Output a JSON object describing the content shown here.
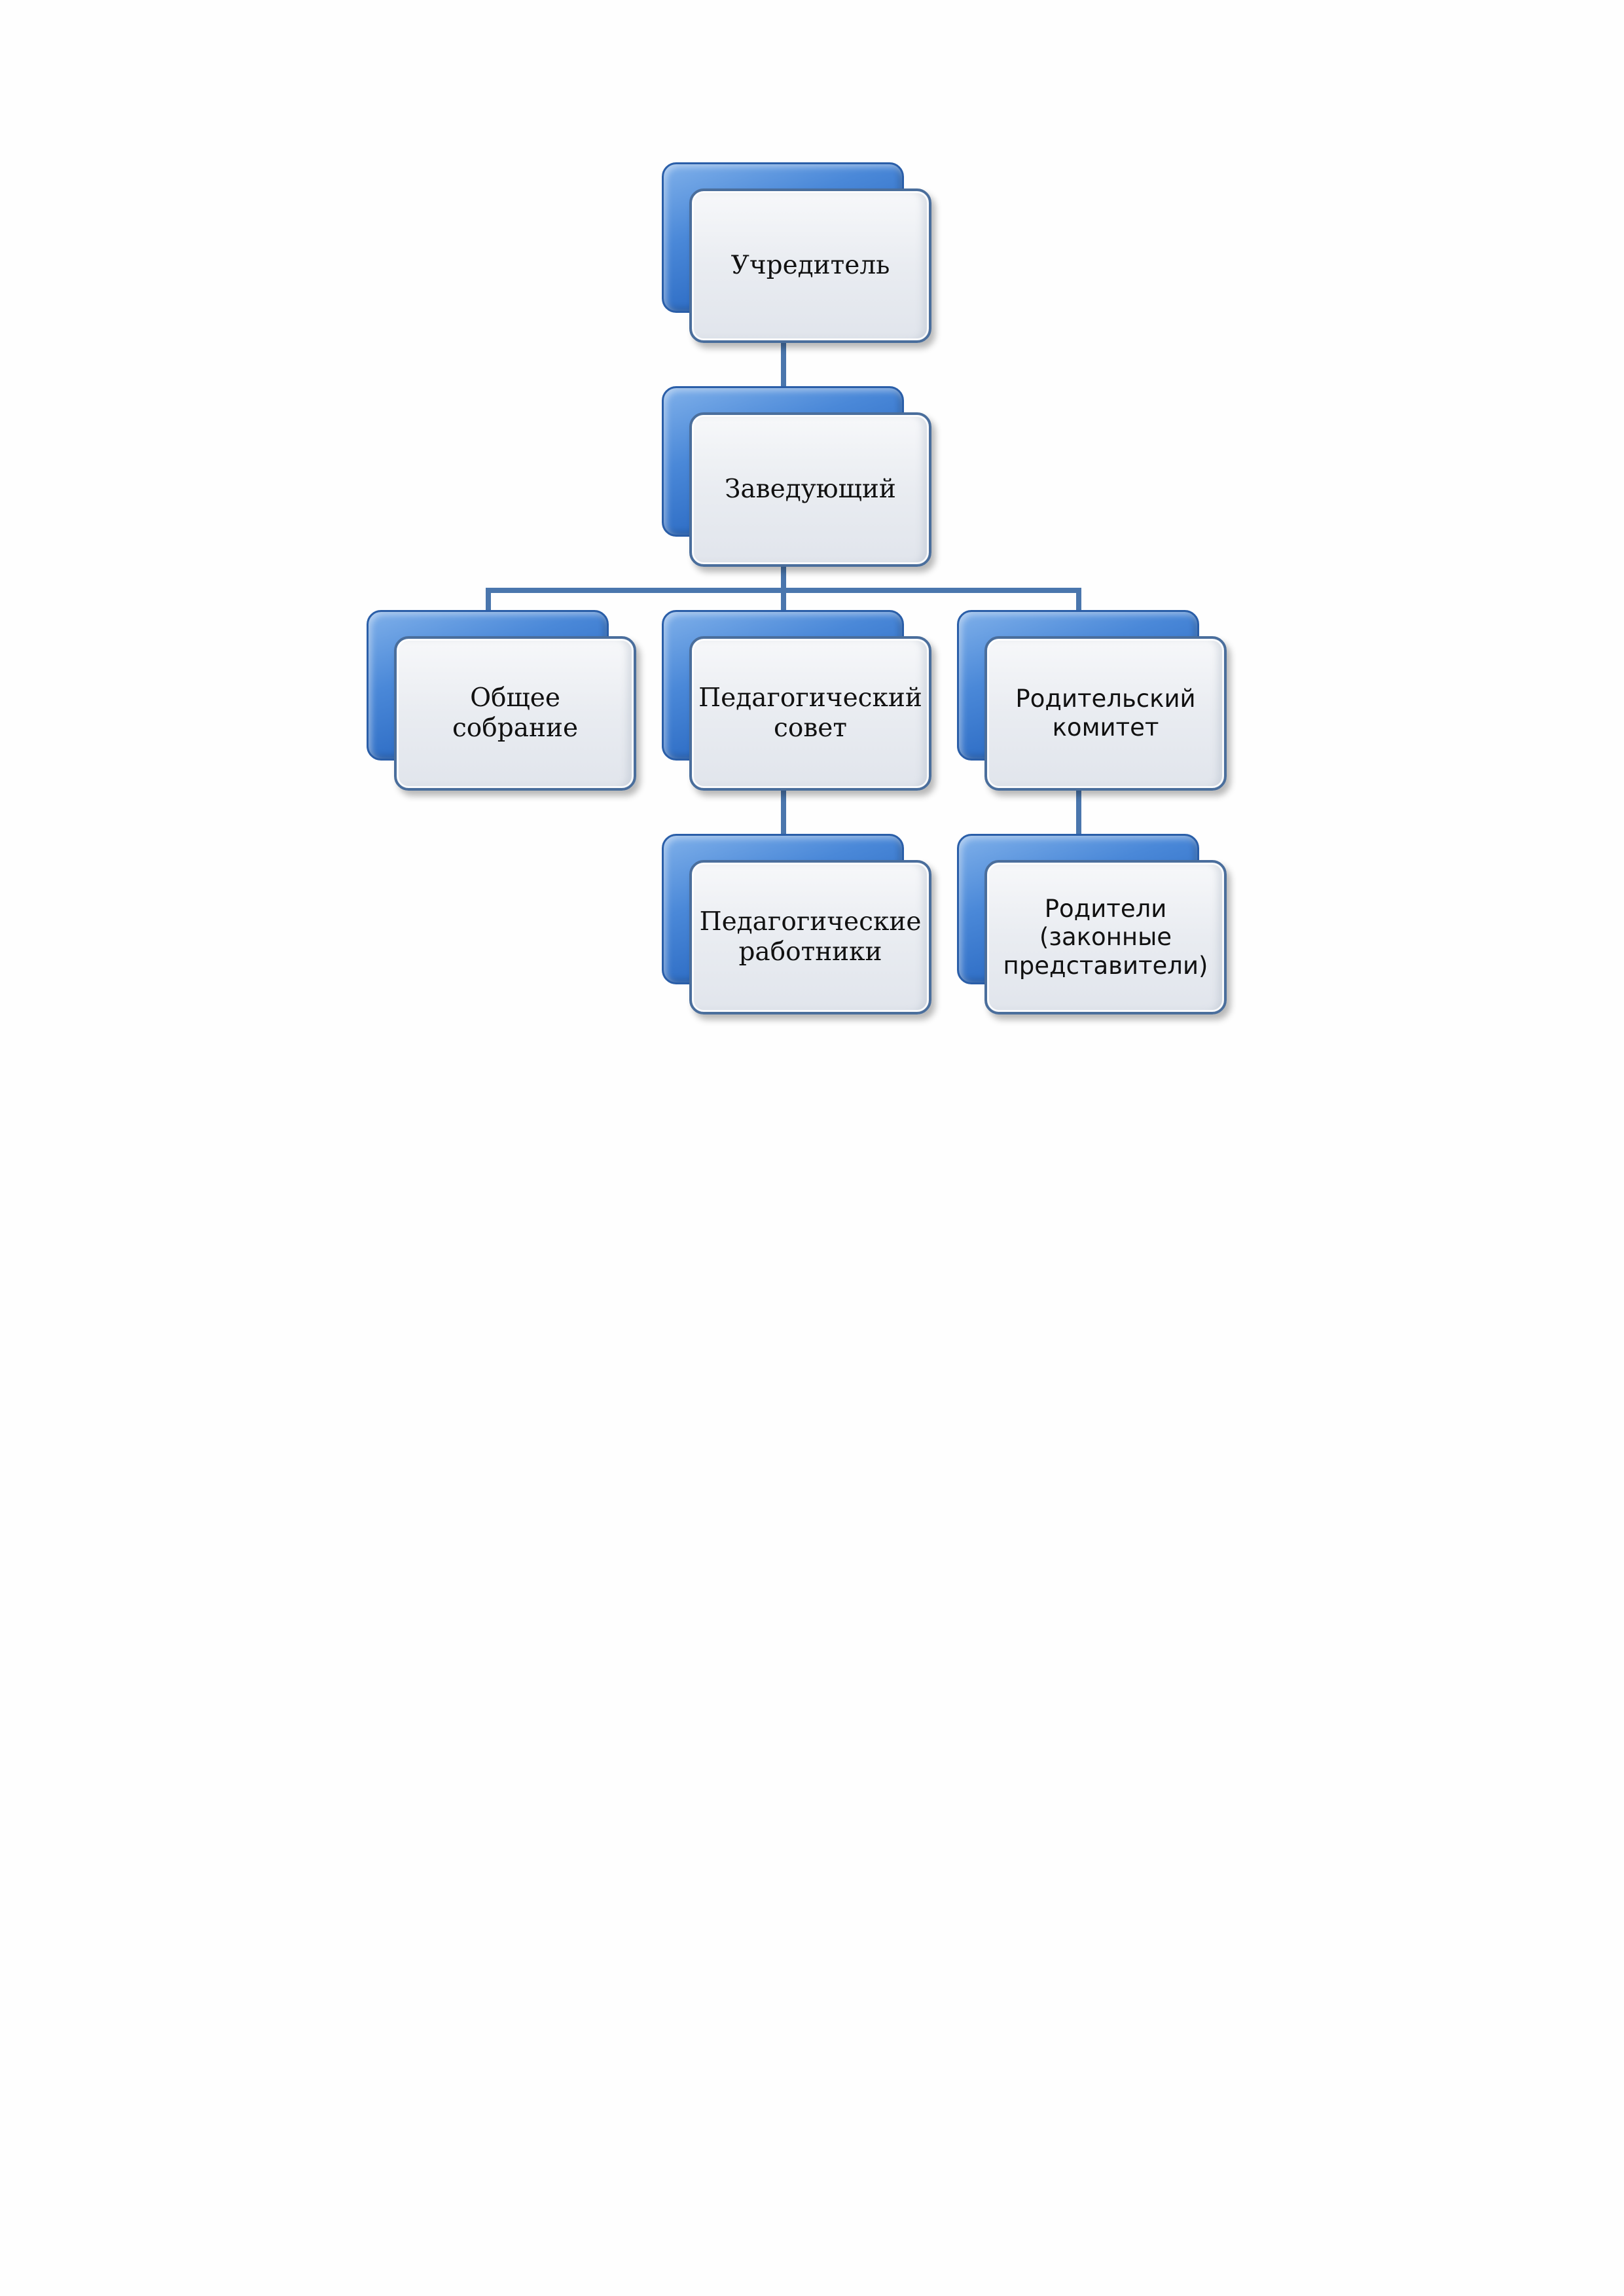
{
  "diagram": {
    "nodes": {
      "founder": {
        "label": "Учредитель"
      },
      "head": {
        "label": "Заведующий"
      },
      "assembly": {
        "label": "Общее собрание"
      },
      "ped_council": {
        "label": "Педагогический\nсовет"
      },
      "parent_committee": {
        "label": "Родительский\nкомитет"
      },
      "ped_staff": {
        "label": "Педагогические\nработники"
      },
      "parents": {
        "label": "Родители\n(законные\nпредставители)"
      }
    },
    "edges": [
      [
        "founder",
        "head"
      ],
      [
        "head",
        "assembly"
      ],
      [
        "head",
        "ped_council"
      ],
      [
        "head",
        "parent_committee"
      ],
      [
        "ped_council",
        "ped_staff"
      ],
      [
        "parent_committee",
        "parents"
      ]
    ],
    "colors": {
      "box_back": "#2d6cc4",
      "box_front": "#e9ecf1",
      "box_border": "#4a6e9c",
      "connector": "#4a76ad"
    }
  }
}
